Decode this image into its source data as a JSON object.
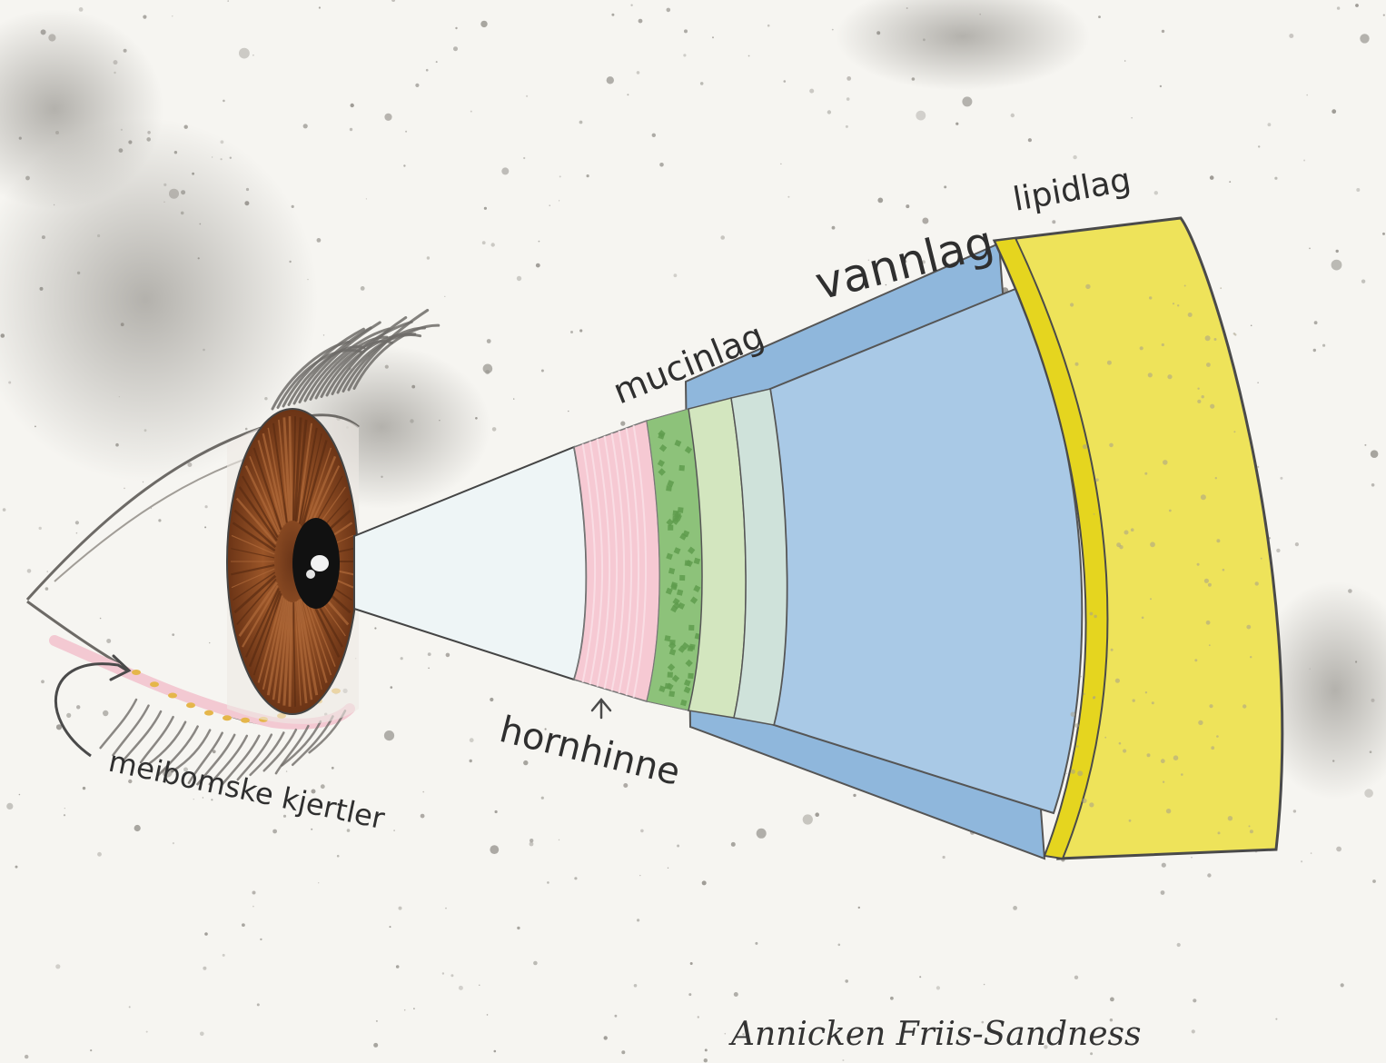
{
  "labels": {
    "lipid_layer": "lipidlag",
    "aqueous_layer": "vannlag",
    "mucin_layer": "mucinlag",
    "cornea": "hornhinne",
    "meibomian_glands": "meibomske kjertler"
  },
  "signature": "Annicken Friis-Sandness",
  "colors": {
    "background": "#f6f5f1",
    "speckle": "#8f8c86",
    "iris": "#8a4a24",
    "iris_dark": "#5b2c12",
    "pupil": "#111111",
    "cornea_beam": "#eef5f6",
    "epithelium_pink": "#f6c9d3",
    "mucin_green_dots": "#8dc27a",
    "mucin_light_green": "#d3e6bf",
    "mucin_pale_teal": "#cfe2da",
    "aqueous_blue": "#a9c9e6",
    "aqueous_outer": "#8fb7dc",
    "lipid_yellow": "#eee35a",
    "lipid_edge": "#e5d51f",
    "outline": "#444444"
  }
}
